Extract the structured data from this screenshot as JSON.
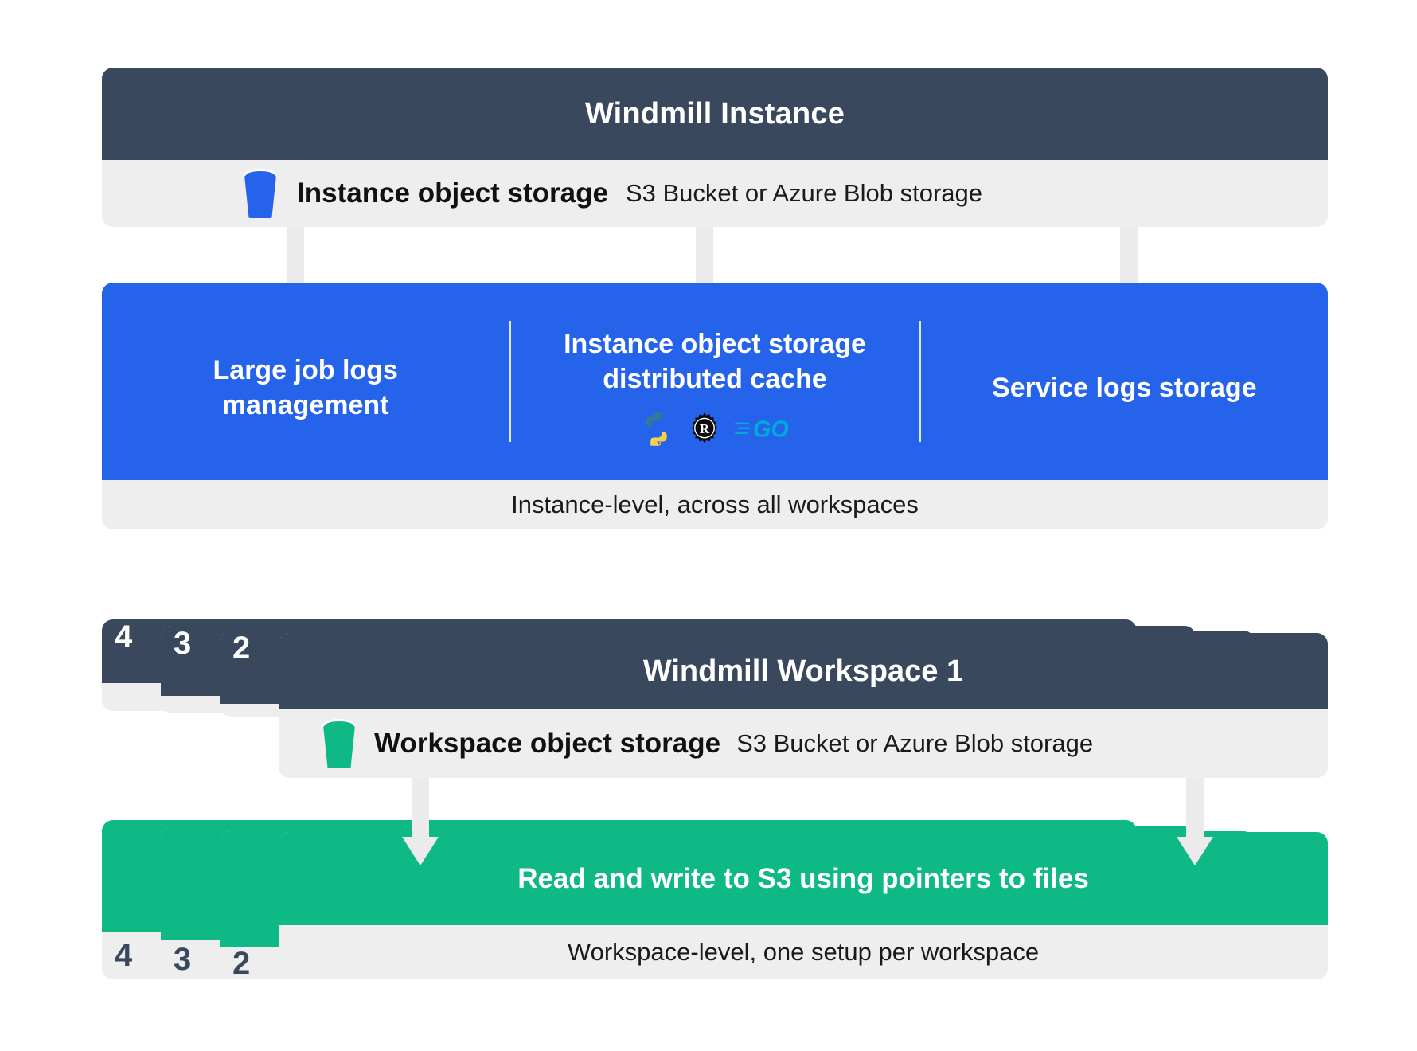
{
  "instance": {
    "title": "Windmill Instance",
    "storage_label": "Instance object storage",
    "storage_sub": "S3 Bucket or Azure Blob storage",
    "bucket_icon": "bucket-icon",
    "bucket_color": "#2563eb"
  },
  "features": {
    "accent": "#2563eb",
    "columns": [
      {
        "title": "Large job logs management"
      },
      {
        "title": "Instance object storage distributed cache",
        "languages": [
          "python-icon",
          "rust-icon",
          "go-icon"
        ]
      },
      {
        "title": "Service logs storage"
      }
    ],
    "footer": "Instance-level, across all workspaces"
  },
  "workspace": {
    "title": "Windmill Workspace 1",
    "storage_label": "Workspace object storage",
    "storage_sub": "S3 Bucket or Azure Blob storage",
    "bucket_color": "#0fb986",
    "stack_numbers": [
      "4",
      "3",
      "2"
    ]
  },
  "usage": {
    "accent": "#0fb986",
    "headline": "Read and write to S3 using pointers to files",
    "footer": "Workspace-level, one setup per workspace",
    "stack_numbers": [
      "4",
      "3",
      "2"
    ]
  }
}
